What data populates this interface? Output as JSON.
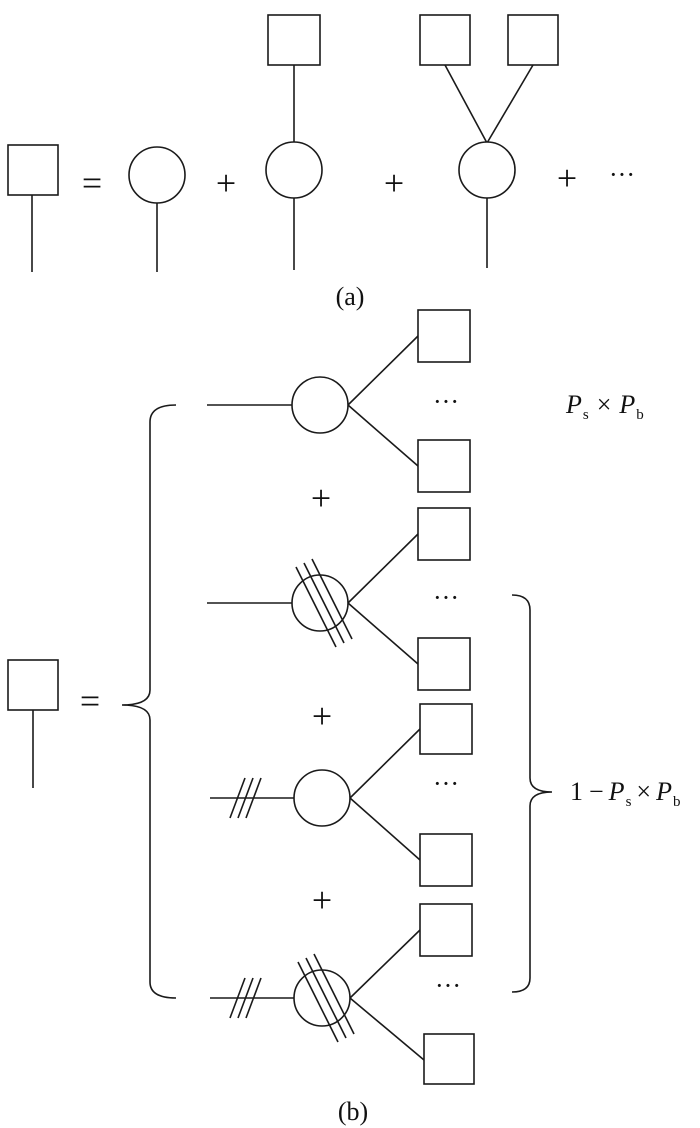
{
  "part_a": {
    "equals": "=",
    "plus_1": "+",
    "plus_2": "+",
    "plus_3": "+",
    "ellipsis": "···",
    "caption": "(a)"
  },
  "part_b": {
    "equals": "=",
    "plus_1": "+",
    "plus_2": "+",
    "plus_3": "+",
    "ellipsis_1": "···",
    "ellipsis_2": "···",
    "ellipsis_3": "···",
    "ellipsis_4": "···",
    "label_top": {
      "p1": "P",
      "s1": "s",
      "times": "×",
      "p2": "P",
      "s2": "b"
    },
    "label_brace": {
      "one": "1",
      "minus": "−",
      "p1": "P",
      "s1": "s",
      "times": "×",
      "p2": "P",
      "s2": "b"
    },
    "caption": "(b)"
  }
}
